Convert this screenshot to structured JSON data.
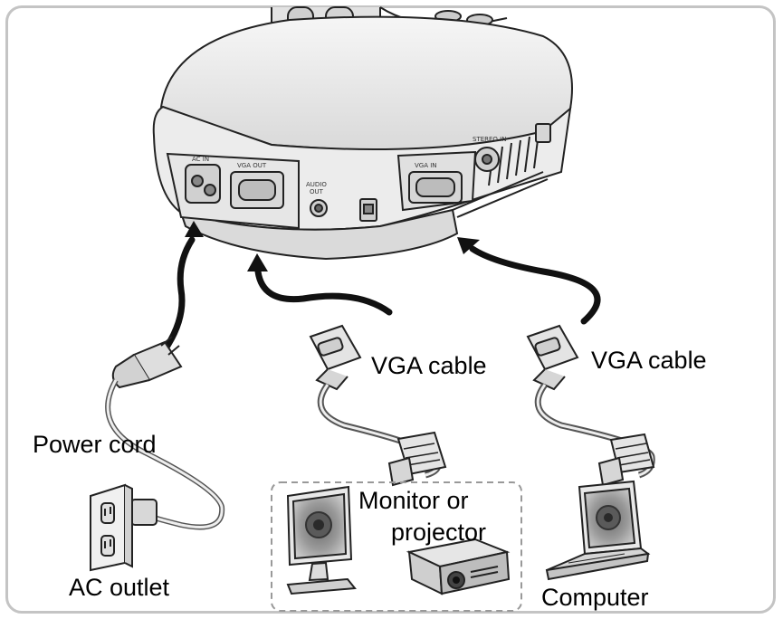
{
  "labels": {
    "power_cord": "Power cord",
    "ac_outlet": "AC outlet",
    "vga_cable_left": "VGA cable",
    "vga_cable_right": "VGA cable",
    "monitor_line1": "Monitor or",
    "monitor_line2": "projector",
    "computer": "Computer"
  },
  "ports": {
    "ac_in": "AC IN",
    "vga_out": "VGA OUT",
    "audio_out_1": "AUDIO",
    "audio_out_2": "OUT",
    "vga_in": "VGA IN",
    "stereo_in": "STEREO IN"
  },
  "colors": {
    "ink": "#222222",
    "frame": "#c4c4c4",
    "device_fill": "#ededed",
    "dashed_box": "#999999"
  }
}
